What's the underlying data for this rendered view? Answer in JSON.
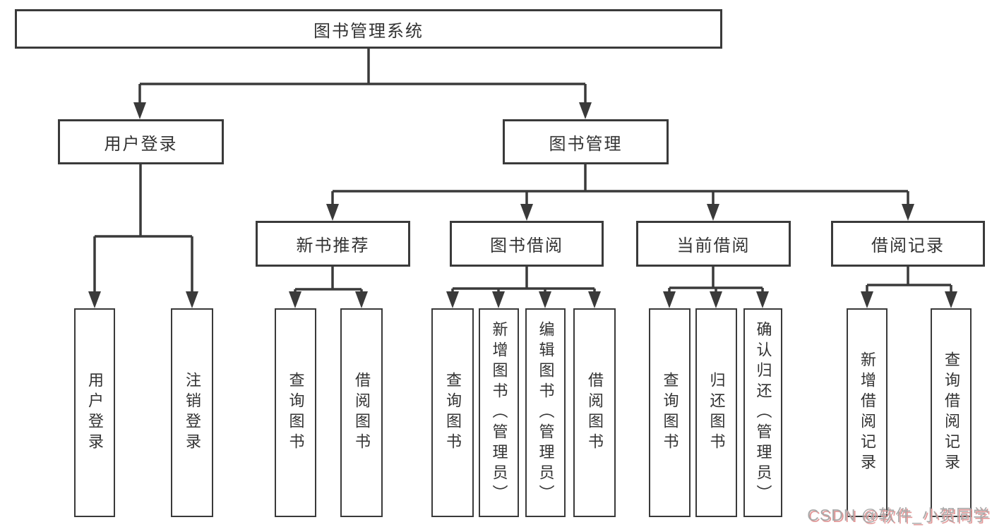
{
  "diagram": {
    "root": {
      "label": "图书管理系统"
    },
    "level1": [
      {
        "label": "用户登录"
      },
      {
        "label": "图书管理"
      }
    ],
    "level2": [
      {
        "label": "新书推荐"
      },
      {
        "label": "图书借阅"
      },
      {
        "label": "当前借阅"
      },
      {
        "label": "借阅记录"
      }
    ],
    "leaves": [
      {
        "label": "用户登录"
      },
      {
        "label": "注销登录"
      },
      {
        "label": "查询图书"
      },
      {
        "label": "借阅图书"
      },
      {
        "label": "查询图书"
      },
      {
        "label": "新增图书（管理员）"
      },
      {
        "label": "编辑图书（管理员）"
      },
      {
        "label": "借阅图书"
      },
      {
        "label": "查询图书"
      },
      {
        "label": "归还图书"
      },
      {
        "label": "确认归还（管理员）"
      },
      {
        "label": "新增借阅记录"
      },
      {
        "label": "查询借阅记录"
      }
    ],
    "watermark": "CSDN @软件_小贺同学",
    "colors": {
      "line": "#3a3a3a",
      "text": "#333333",
      "watermark": "#a8a8a8",
      "watermark_shadow": "#e39a9a",
      "bg": "#ffffff"
    }
  }
}
